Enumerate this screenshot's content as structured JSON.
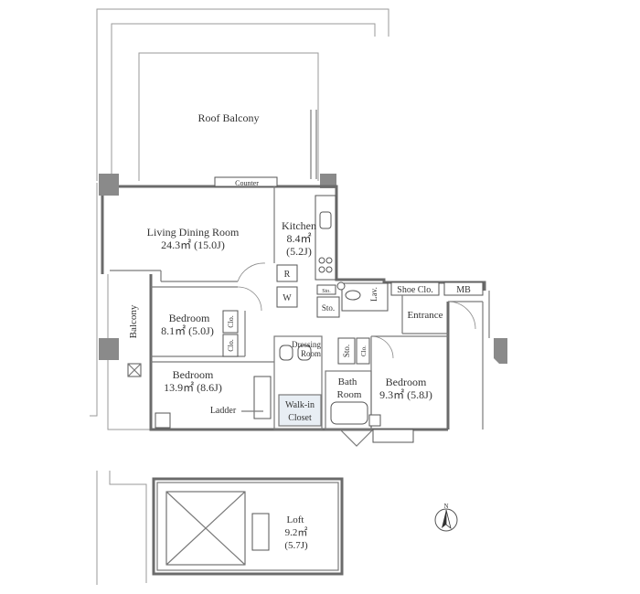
{
  "plan": {
    "colors": {
      "wall": "#6b6b6b",
      "text": "#333333",
      "tint": "#e8eef4",
      "pillar": "#8a8a8a"
    },
    "rooms": {
      "roof_balcony": {
        "label": "Roof Balcony"
      },
      "counter": {
        "label": "Counter"
      },
      "living_dining": {
        "label": "Living Dining Room",
        "area": "24.3㎡ (15.0J)"
      },
      "kitchen": {
        "label": "Kitchen",
        "area_m2": "8.4㎡",
        "area_j": "(5.2J)"
      },
      "refrigerator": {
        "label": "R"
      },
      "washer": {
        "label": "W"
      },
      "storage_small": {
        "label": "Sto."
      },
      "storage_hall": {
        "label": "Sto."
      },
      "storage_dress": {
        "label": "Sto."
      },
      "lavatory": {
        "label": "Lav."
      },
      "shoe_closet": {
        "label": "Shoe Clo."
      },
      "meter_box": {
        "label": "MB"
      },
      "entrance": {
        "label": "Entrance"
      },
      "bedroom_1": {
        "label": "Bedroom",
        "area": "8.1㎡ (5.0J)"
      },
      "closet_1a": {
        "label": "Clo."
      },
      "closet_1b": {
        "label": "Clo."
      },
      "closet_dress": {
        "label": "Clo."
      },
      "balcony": {
        "label": "Balcony"
      },
      "bedroom_2": {
        "label": "Bedroom",
        "area": "13.9㎡ (8.6J)"
      },
      "ladder": {
        "label": "Ladder"
      },
      "dressing_room": {
        "label_1": "Dressing",
        "label_2": "Room"
      },
      "walk_in_closet": {
        "label_1": "Walk-in",
        "label_2": "Closet"
      },
      "bath_room": {
        "label_1": "Bath",
        "label_2": "Room"
      },
      "bedroom_3": {
        "label": "Bedroom",
        "area": "9.3㎡ (5.8J)"
      },
      "loft": {
        "label": "Loft",
        "area_m2": "9.2㎡",
        "area_j": "(5.7J)"
      }
    },
    "compass": {
      "label": "N"
    }
  }
}
